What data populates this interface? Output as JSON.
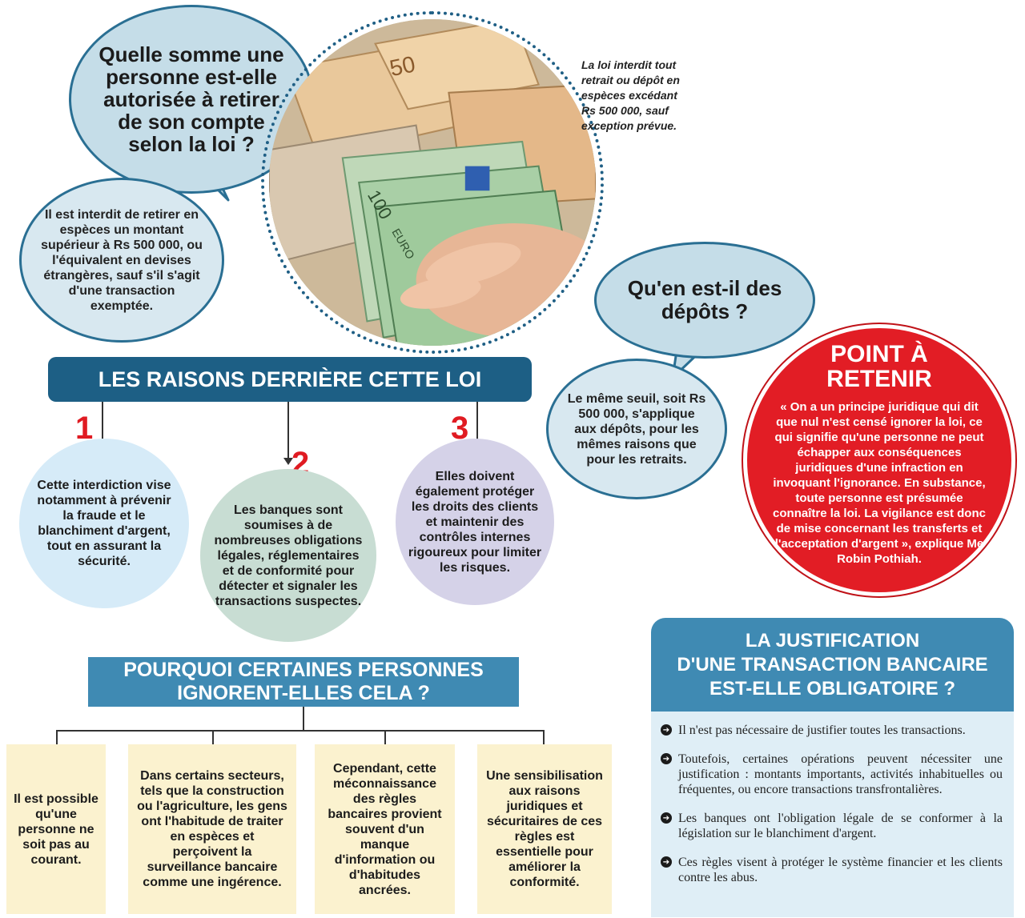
{
  "bubbles": {
    "q1": "Quelle somme une personne est-elle autorisée à retirer de son compte selon la loi ?",
    "a1": "Il est interdit de retirer en espèces un montant supérieur à Rs 500 000, ou l'équivalent en devises étrangères, sauf s'il s'agit d'une transaction exemptée.",
    "q2": "Qu'en est-il des dépôts ?",
    "a2": "Le même seuil, soit Rs 500 000, s'applique aux dépôts, pour les mêmes raisons que pour les retraits."
  },
  "photo_caption": "La loi interdit tout retrait ou dépôt en espèces excédant Rs 500 000, sauf exception prévue.",
  "photo_banknote_labels": [
    "50",
    "100",
    "EURO"
  ],
  "reasons": {
    "title": "LES RAISONS DERRIÈRE CETTE LOI",
    "items": [
      {
        "number": "1",
        "text": "Cette interdiction vise notamment à prévenir la fraude et le blanchiment d'argent, tout en assurant la sécurité.",
        "color": "#d6ebf8"
      },
      {
        "number": "2",
        "text": "Les banques sont soumises à de nombreuses obligations légales, réglementaires et de conformité pour détecter et signaler les transactions suspectes.",
        "color": "#c8ddd3"
      },
      {
        "number": "3",
        "text": "Elles doivent également protéger les droits des clients et maintenir des contrôles internes rigoureux pour limiter les risques.",
        "color": "#d5d2e8"
      }
    ]
  },
  "why": {
    "title_line1": "POURQUOI CERTAINES PERSONNES",
    "title_line2": "IGNORENT-ELLES CELA ?",
    "cards": [
      "Il est possible qu'une personne ne soit pas au courant.",
      "Dans certains secteurs, tels que la construction ou l'agriculture, les gens ont l'habitude de traiter en espèces et perçoivent la surveillance bancaire comme une ingérence.",
      "Cependant, cette méconnaissance des règles bancaires provient souvent d'un manque d'information ou d'habitudes ancrées.",
      "Une sensibilisation aux raisons juridiques et sécuritaires de ces règles est essentielle pour améliorer la conformité."
    ]
  },
  "point": {
    "title_line1": "POINT À",
    "title_line2": "RETENIR",
    "text": "« On a un principe juridique qui dit que nul n'est censé ignorer la loi, ce qui signifie qu'une personne ne peut échapper aux conséquences juridiques d'une infraction en invoquant l'ignorance. En substance, toute personne est présumée connaître la loi. La vigilance est donc de mise concernant les transferts et l'acceptation d'argent », explique Me Robin Pothiah."
  },
  "justification": {
    "title_line1": "LA JUSTIFICATION",
    "title_line2": "D'UNE TRANSACTION BANCAIRE",
    "title_line3": "EST-ELLE OBLIGATOIRE ?",
    "items": [
      "Il n'est pas nécessaire de justifier toutes les transactions.",
      "Toutefois, certaines opérations peuvent nécessiter une justification : montants importants, activités inhabituelles ou fréquentes, ou encore transactions transfrontalières.",
      "Les banques ont l'obligation légale de se conformer à la législation sur le blanchiment d'argent.",
      "Ces règles visent à protéger le système financier et les clients contre les abus."
    ]
  },
  "colors": {
    "accent_dark": "#1d5f85",
    "accent_mid": "#3f8ab3",
    "alert_red": "#e21d25"
  }
}
